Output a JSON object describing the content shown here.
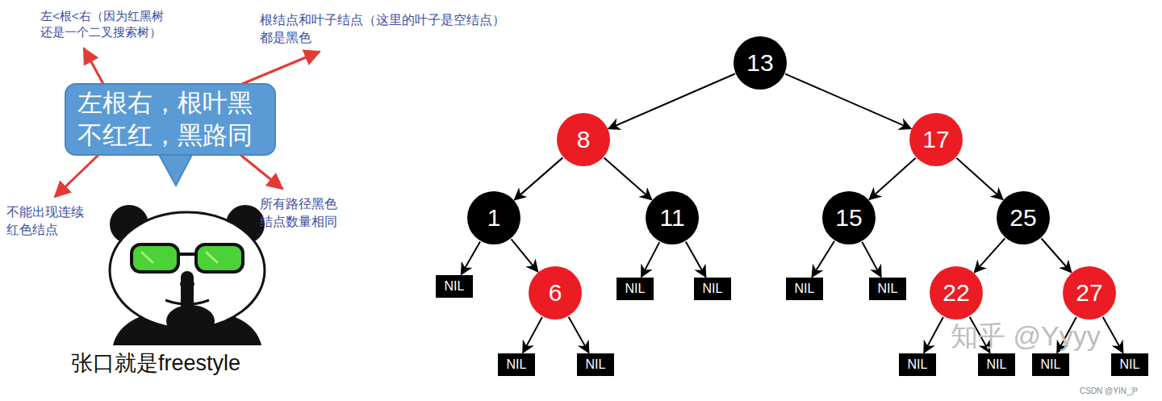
{
  "diagram": {
    "nodes": [
      {
        "text": [
          "左根右，根叶黑 不红红，黑路同"
        ]
      },
      {
        "text": [
          "13"
        ]
      },
      {
        "text": [
          "8"
        ]
      },
      {
        "text": [
          "17"
        ]
      },
      {
        "text": [
          "1"
        ]
      },
      {
        "text": [
          "11"
        ]
      },
      {
        "text": [
          "15"
        ]
      },
      {
        "text": [
          "25"
        ]
      },
      {
        "text": [
          "NIL"
        ]
      },
      {
        "text": [
          "6"
        ]
      },
      {
        "text": [
          "NIL"
        ]
      },
      {
        "text": [
          "NIL"
        ]
      },
      {
        "text": [
          "NIL"
        ]
      },
      {
        "text": [
          "NIL"
        ]
      },
      {
        "text": [
          "22"
        ]
      },
      {
        "text": [
          "27"
        ]
      },
      {
        "text": [
          "NIL"
        ]
      },
      {
        "text": [
          "NIL"
        ]
      },
      {
        "text": [
          "NIL"
        ]
      },
      {
        "text": [
          "NIL"
        ]
      },
      {
        "text": [
          "NIL"
        ]
      },
      {
        "text": [
          "NIL"
        ]
      }
    ],
    "edges": [
      {
        "from": 1,
        "to": 2,
        "arrow": "to"
      },
      {
        "from": 1,
        "to": 3,
        "arrow": "to"
      },
      {
        "from": 2,
        "to": 4,
        "arrow": "to"
      },
      {
        "from": 2,
        "to": 5,
        "arrow": "to"
      },
      {
        "from": 3,
        "to": 6,
        "arrow": "to"
      },
      {
        "from": 3,
        "to": 7,
        "arrow": "to"
      },
      {
        "from": 4,
        "to": 8,
        "arrow": "to"
      },
      {
        "from": 4,
        "to": 9,
        "arrow": "to"
      },
      {
        "from": 5,
        "to": 10,
        "arrow": "to"
      },
      {
        "from": 5,
        "to": 11,
        "arrow": "to"
      },
      {
        "from": 6,
        "to": 12,
        "arrow": "to"
      },
      {
        "from": 6,
        "to": 13,
        "arrow": "to"
      },
      {
        "from": 7,
        "to": 14,
        "arrow": "to"
      },
      {
        "from": 7,
        "to": 15,
        "arrow": "to"
      },
      {
        "from": 9,
        "to": 16,
        "arrow": "to"
      },
      {
        "from": 9,
        "to": 17,
        "arrow": "to"
      },
      {
        "from": 14,
        "to": 18,
        "arrow": "to"
      },
      {
        "from": 14,
        "to": 19,
        "arrow": "to"
      },
      {
        "from": 15,
        "to": 20,
        "arrow": "to"
      },
      {
        "from": 15,
        "to": 21,
        "arrow": "to"
      }
    ],
    "labels": [
      "左<根<右（因为红黑树还是一个二叉搜索树）",
      "根结点和叶子结点（这里的叶子是空结点）都是黑色",
      "不能出现连续红色结点",
      "所有路径黑色结点数量相同",
      "张口就是freestyle",
      "知乎 @Yyyy",
      "CSDN @YIN_尹"
    ]
  }
}
